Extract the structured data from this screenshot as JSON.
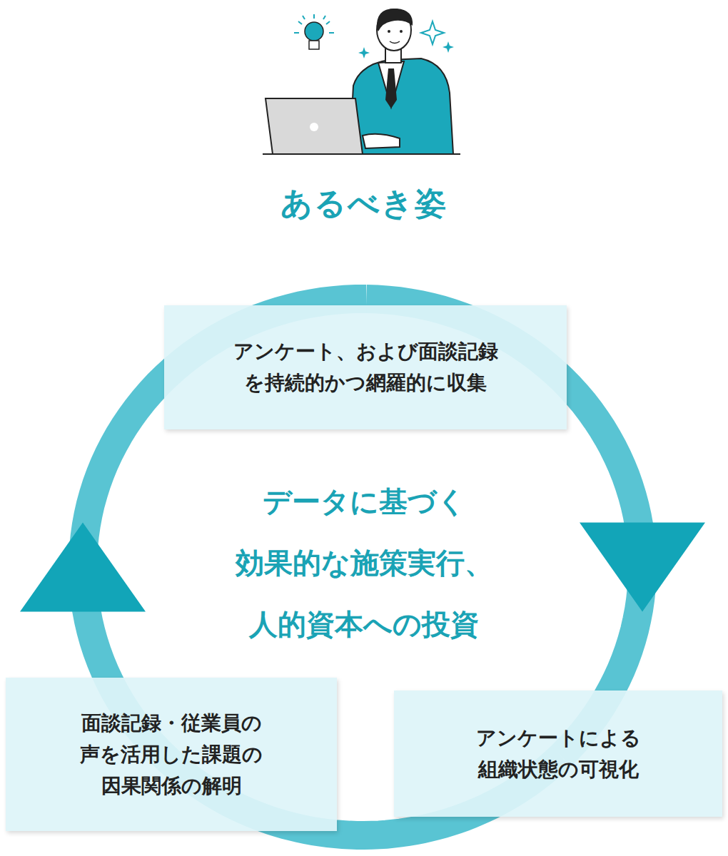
{
  "diagram": {
    "title": "あるべき姿",
    "nodes": [
      {
        "text": [
          "アンケート、および面談記録 を持続的かつ網羅的に収集"
        ]
      },
      {
        "text": [
          "面談記録・従業員の 声を活用した課題の 因果関係の解明"
        ]
      },
      {
        "text": [
          "アンケートによる 組織状態の可視化"
        ]
      }
    ],
    "edges": [
      {
        "from": 0,
        "to": 2,
        "arrow": "to"
      },
      {
        "from": 2,
        "to": 1,
        "arrow": "none"
      },
      {
        "from": 1,
        "to": 0,
        "arrow": "to"
      }
    ],
    "labels": [
      "データに基づく 効果的な施策実行、 人的資本への投資"
    ]
  }
}
